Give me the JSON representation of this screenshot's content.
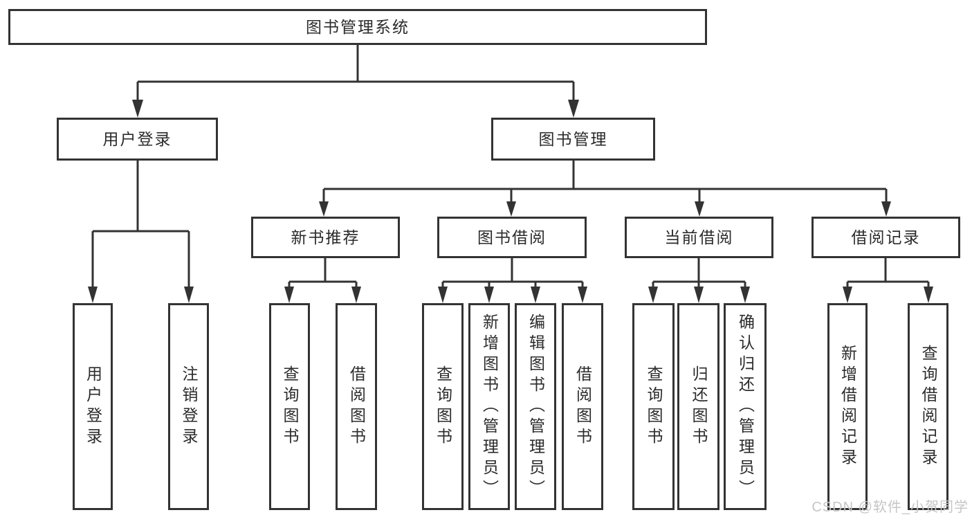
{
  "diagram": {
    "type": "hierarchy-tree",
    "tree": {
      "label": "图书管理系统",
      "children": [
        {
          "label": "用户登录",
          "children": [
            {
              "label": "用户登录"
            },
            {
              "label": "注销登录"
            }
          ]
        },
        {
          "label": "图书管理",
          "children": [
            {
              "label": "新书推荐",
              "children": [
                {
                  "label": "查询图书"
                },
                {
                  "label": "借阅图书"
                }
              ]
            },
            {
              "label": "图书借阅",
              "children": [
                {
                  "label": "查询图书"
                },
                {
                  "label": "新增图书（管理员）"
                },
                {
                  "label": "编辑图书（管理员）"
                },
                {
                  "label": "借阅图书"
                }
              ]
            },
            {
              "label": "当前借阅",
              "children": [
                {
                  "label": "查询图书"
                },
                {
                  "label": "归还图书"
                },
                {
                  "label": "确认归还（管理员）"
                }
              ]
            },
            {
              "label": "借阅记录",
              "children": [
                {
                  "label": "新增借阅记录"
                },
                {
                  "label": "查询借阅记录"
                }
              ]
            }
          ]
        }
      ]
    },
    "colors": {
      "line": "#333333",
      "box_border": "#333333",
      "text": "#2b2b2b",
      "background": "#ffffff",
      "watermark_text_color": "#c6c6c6"
    },
    "watermark": "CSDN @软件_小贺同学"
  }
}
